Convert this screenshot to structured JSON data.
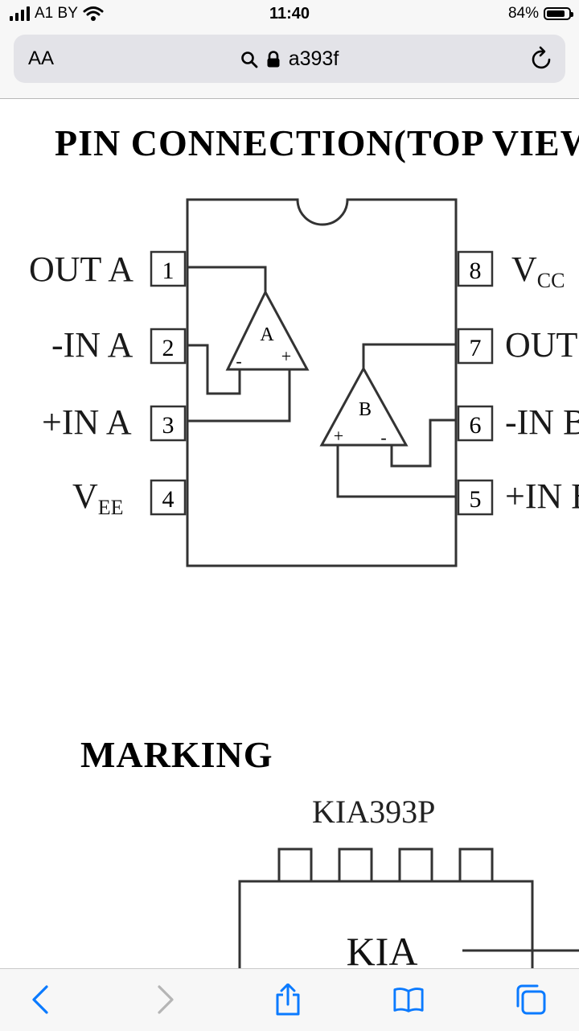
{
  "status_bar": {
    "carrier": "A1 BY",
    "time": "11:40",
    "battery": "84%",
    "battery_level": 0.84,
    "icons": [
      "signal-icon",
      "wifi-icon",
      "battery-icon"
    ]
  },
  "address_bar": {
    "text_size_label": "AA",
    "url": "a393f",
    "icons": [
      "search-icon",
      "lock-icon",
      "reload-icon"
    ]
  },
  "document": {
    "pin_section_title": "PIN CONNECTION(TOP VIEW",
    "pins_left": [
      {
        "num": "1",
        "label": "OUT A"
      },
      {
        "num": "2",
        "label": "-IN A"
      },
      {
        "num": "3",
        "label": "+IN A"
      },
      {
        "num": "4",
        "label": "V",
        "sub": "EE"
      }
    ],
    "pins_right": [
      {
        "num": "8",
        "label": "V",
        "sub": "CC"
      },
      {
        "num": "7",
        "label": "OUT"
      },
      {
        "num": "6",
        "label": "-IN B"
      },
      {
        "num": "5",
        "label": "+IN B"
      }
    ],
    "opamp_a": {
      "label": "A",
      "minus": "-",
      "plus": "+"
    },
    "opamp_b": {
      "label": "B",
      "minus": "-",
      "plus": "+"
    },
    "marking_title": "MARKING",
    "marking_part": "KIA393P",
    "marking_chip_text": "KIA"
  },
  "toolbar": {
    "icons": [
      "back-icon",
      "forward-icon",
      "share-icon",
      "bookmarks-icon",
      "tabs-icon"
    ]
  }
}
